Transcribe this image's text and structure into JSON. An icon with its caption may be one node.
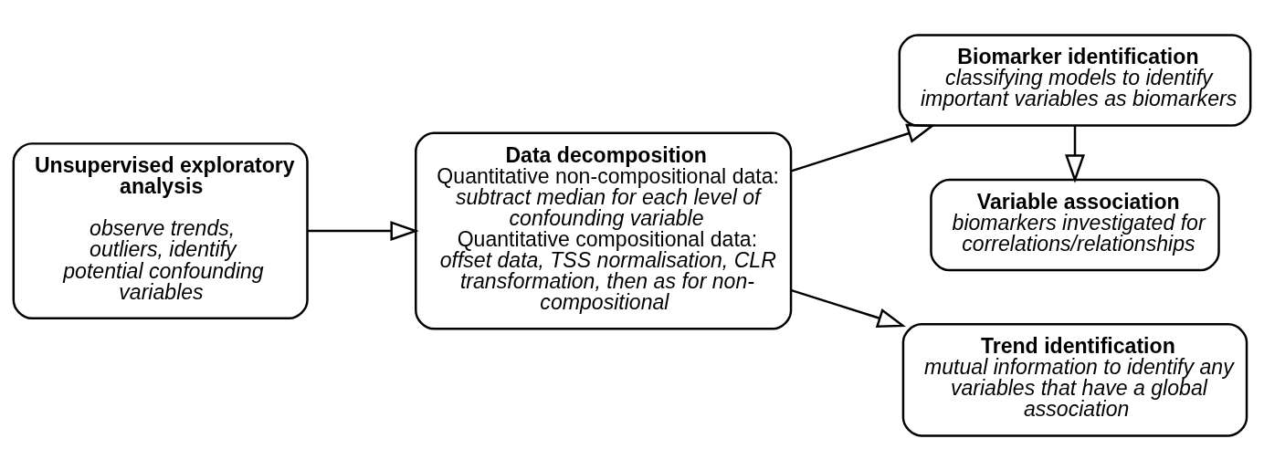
{
  "diagram": {
    "nodes": [
      {
        "text": [
          "Unsupervised exploratory analysis",
          "observe trends, outliers, identify potential confounding variables"
        ]
      },
      {
        "text": [
          "Data decomposition",
          "Quantitative non-compositional data:",
          "subtract median for each level of confounding variable",
          "Quantitative compositional data:",
          "offset data, TSS normalisation, CLR transformation, then as for non-compositional"
        ]
      },
      {
        "text": [
          "Biomarker identification",
          "classifying models to identify important variables as biomarkers"
        ]
      },
      {
        "text": [
          "Variable association",
          "biomarkers investigated for correlations/relationships"
        ]
      },
      {
        "text": [
          "Trend identification",
          "mutual information to identify any variables that have a global association"
        ]
      }
    ],
    "edges": [
      {
        "from": 0,
        "to": 1,
        "arrow": "to"
      },
      {
        "from": 1,
        "to": 2,
        "arrow": "to"
      },
      {
        "from": 2,
        "to": 3,
        "arrow": "to"
      },
      {
        "from": 1,
        "to": 4,
        "arrow": "to"
      }
    ]
  }
}
